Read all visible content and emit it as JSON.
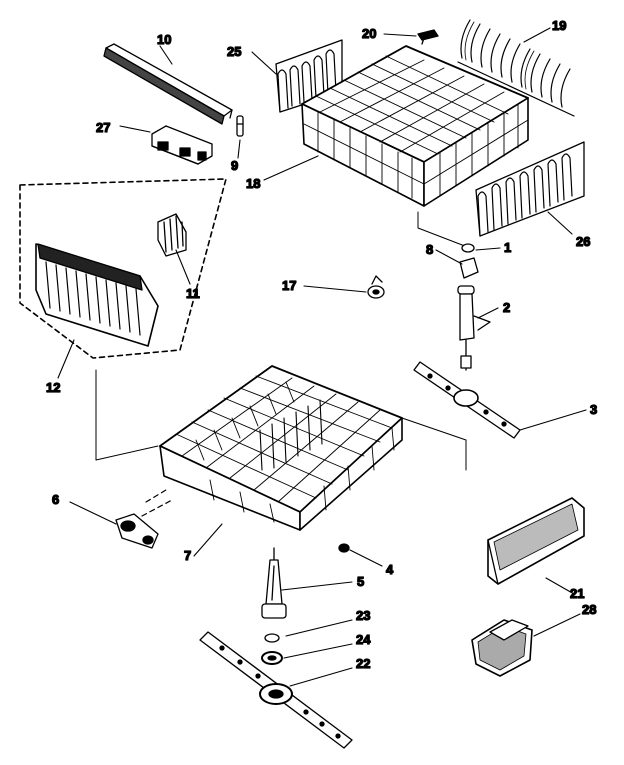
{
  "diagram": {
    "parts": [
      {
        "id": "p1",
        "label": "1"
      },
      {
        "id": "p2",
        "label": "2"
      },
      {
        "id": "p3",
        "label": "3"
      },
      {
        "id": "p4",
        "label": "4"
      },
      {
        "id": "p5",
        "label": "5"
      },
      {
        "id": "p6",
        "label": "6"
      },
      {
        "id": "p7",
        "label": "7"
      },
      {
        "id": "p8",
        "label": "8"
      },
      {
        "id": "p9",
        "label": "9"
      },
      {
        "id": "p10",
        "label": "10"
      },
      {
        "id": "p11",
        "label": "11"
      },
      {
        "id": "p12",
        "label": "12"
      },
      {
        "id": "p17",
        "label": "17"
      },
      {
        "id": "p18",
        "label": "18"
      },
      {
        "id": "p19",
        "label": "19"
      },
      {
        "id": "p20",
        "label": "20"
      },
      {
        "id": "p21",
        "label": "21"
      },
      {
        "id": "p22",
        "label": "22"
      },
      {
        "id": "p23",
        "label": "23"
      },
      {
        "id": "p24",
        "label": "24"
      },
      {
        "id": "p25",
        "label": "25"
      },
      {
        "id": "p26",
        "label": "26"
      },
      {
        "id": "p27",
        "label": "27"
      },
      {
        "id": "p28",
        "label": "28"
      }
    ]
  }
}
